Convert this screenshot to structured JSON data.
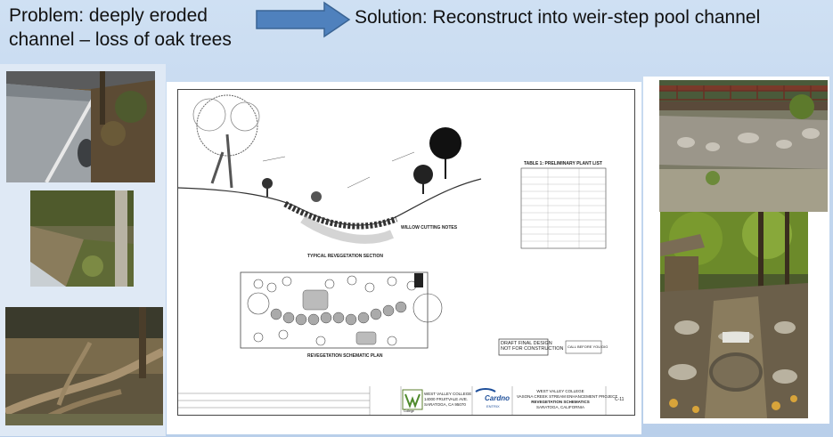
{
  "header": {
    "problem_line1": "Problem: deeply eroded",
    "problem_line2": "channel – loss of oak trees",
    "solution": "Solution: Reconstruct into weir-step pool channel",
    "arrow_color": "#4f81bd"
  },
  "drawing": {
    "section_title": "TYPICAL REVEGETATION SECTION",
    "plan_title": "REVEGETATION SCHEMATIC PLAN",
    "draft_line1": "DRAFT FINAL DESIGN",
    "draft_line2": "NOT FOR CONSTRUCTION",
    "call_before": "CALL BEFORE YOU DIG",
    "table_title": "TABLE 1: PRELIMINARY PLANT LIST",
    "notes_title": "WILLOW CUTTING NOTES",
    "titleblock": {
      "college_name": "WEST VALLEY COLLEGE",
      "college_address1": "14000 FRUITVALE AVE.",
      "college_address2": "SARATOGA, CA 95070",
      "logo_caption": "College",
      "firm_name": "Cardno",
      "firm_sub": "ENTRIX",
      "project_line1": "WEST VALLEY COLLEGE",
      "project_line2": "VASONA CREEK STREAM ENHANCEMENT PROJECT",
      "project_line3": "REVEGETATION SCHEMATICS",
      "project_line4": "SARATOGA, CALIFORNIA",
      "sheet_no": "C-11"
    }
  }
}
